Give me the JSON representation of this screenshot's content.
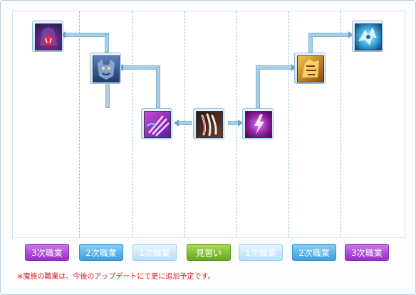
{
  "tabs": [
    {
      "label": "3次職業",
      "style": "purple"
    },
    {
      "label": "2次職業",
      "style": "blue"
    },
    {
      "label": "1次職業",
      "style": "light"
    },
    {
      "label": "見習い",
      "style": "green"
    },
    {
      "label": "1次職業",
      "style": "light"
    },
    {
      "label": "2次職業",
      "style": "blue"
    },
    {
      "label": "3次職業",
      "style": "purple"
    }
  ],
  "skills": [
    {
      "icon": "demon-beast-icon"
    },
    {
      "icon": "gargoyle-icon"
    },
    {
      "icon": "purple-claw-icon"
    },
    {
      "icon": "claw-slash-icon"
    },
    {
      "icon": "purple-lightning-icon"
    },
    {
      "icon": "golden-beast-icon"
    },
    {
      "icon": "ice-dragon-icon"
    }
  ],
  "note": "※魔族の職業は、今後のアップデートにて更に追加予定です。",
  "colors": {
    "purple": "#9b2dc9",
    "blue": "#3c9fe0",
    "light_blue": "#b9e0fb",
    "green": "#6aa51d",
    "note_red": "#e02020"
  }
}
